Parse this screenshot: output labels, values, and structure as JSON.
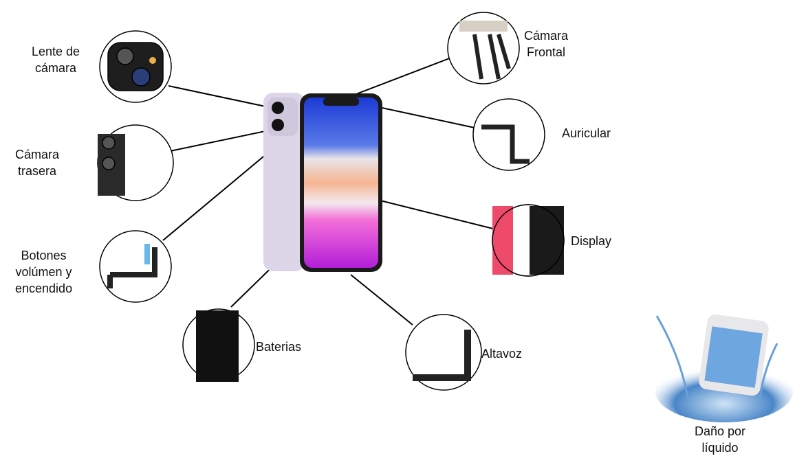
{
  "labels": {
    "lens": [
      "Lente de",
      "cámara"
    ],
    "rear_camera": [
      "Cámara",
      "trasera"
    ],
    "buttons": [
      "Botones",
      "volúmen y",
      "encendido"
    ],
    "battery": "Baterias",
    "speaker": "Altavoz",
    "display": "Display",
    "earpiece": "Auricular",
    "front_camera": [
      "Cámara",
      "Frontal"
    ],
    "liquid_damage": [
      "Daño por",
      "líquido"
    ]
  },
  "colors": {
    "phone_back": "#dcd6e8",
    "phone_frame": "#1a1a1a",
    "water": "#4a86c8"
  }
}
